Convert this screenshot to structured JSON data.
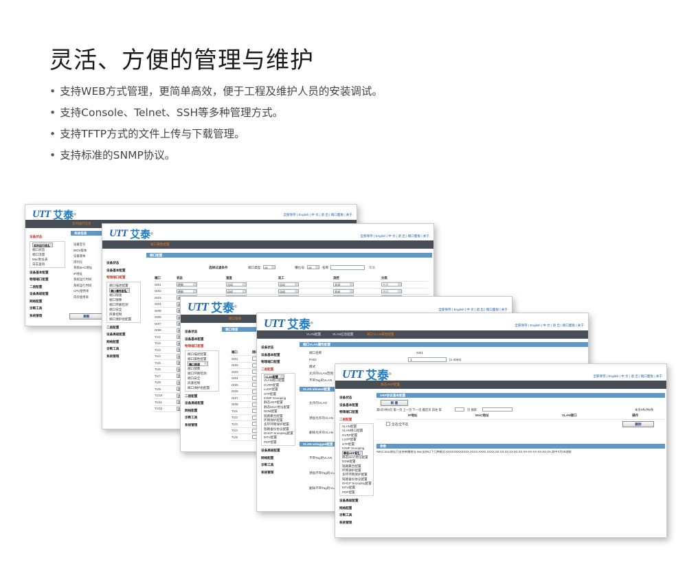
{
  "headline": "灵活、方便的管理与维护",
  "bullets": [
    "支持WEB方式管理，更简单高效，便于工程及维护人员的安装调试。",
    "支持Console、Telnet、SSH等多种管理方式。",
    "支持TFTP方式的文件上传与下载管理。",
    "支持标准的SNMP协议。"
  ],
  "logo": {
    "mark": "UTT",
    "brand": "艾泰"
  },
  "toplinks": "全部保存 | English | 中 文 | 退 出 | 端口面板 | 关于",
  "win1": {
    "tab": "实时运行信息",
    "subtab": "系统信息",
    "sidebar_head": "设备状态",
    "sidebar_sub": [
      "实时运行信息",
      "端口状态",
      "端口流量",
      "Mac地址表",
      "日志查询"
    ],
    "sidebar_groups": [
      "设备基本配置",
      "物理端口配置",
      "二层配置",
      "设备高级配置",
      "网络配置",
      "诊断工具",
      "系统管理"
    ],
    "info_rows": [
      "设备型号",
      "BIOS版本",
      "设备版本",
      "序列号",
      "系统MAC地址",
      "IP地址",
      "系统运行时间",
      "系统运行时间",
      "CPU使用率",
      "内存使用率"
    ],
    "refresh": "刷新"
  },
  "win2": {
    "tab": "端口属性配置",
    "section": "端口配置",
    "filter_label": "选择过滤条件",
    "port_type_label": "端口类型:",
    "slot_label": "槽位号:",
    "name_label": "名称:",
    "help": "帮助",
    "all": "All",
    "sidebar_groups_top": [
      "设备状态",
      "设备基本配置"
    ],
    "sidebar_head": "物理端口配置",
    "sidebar_sub": [
      "端口描述配置",
      "端口属性配置",
      "端口限速",
      "端口镜像",
      "端口环路检测",
      "端口安全",
      "风暴控制",
      "端口保护组配置"
    ],
    "sidebar_groups": [
      "二层配置",
      "设备高级配置",
      "网络配置",
      "诊断工具",
      "系统管理"
    ],
    "columns": [
      "端口",
      "状态",
      "速度",
      "双工",
      "流控",
      "分类"
    ],
    "ports": [
      "G0/1",
      "G0/2",
      "G0/3",
      "G0/4",
      "G0/5",
      "G0/6",
      "G0/7",
      "G0/8",
      "T1/1",
      "T1/2",
      "T1/3",
      "T1/4",
      "T1/5",
      "T1/6",
      "T1/7",
      "T1/8",
      "T1/9",
      "T1/10",
      "T1/11",
      "T1/12"
    ],
    "state_value": "使能",
    "speed_value": "自动",
    "duplex_value": "自动",
    "flow_value": "关闭",
    "class_value": "普通"
  },
  "win3": {
    "tab": "端口限速",
    "section": "端口限速",
    "sidebar_groups_top": [
      "设备状态",
      "设备基本配置"
    ],
    "sidebar_head": "物理端口配置",
    "sidebar_sub": [
      "端口描述配置",
      "端口属性配置",
      "端口限速",
      "端口镜像",
      "端口环路检测",
      "端口安全",
      "风暴控制",
      "端口保护组配置"
    ],
    "sidebar_groups": [
      "二层配置",
      "设备高级配置",
      "网络配置",
      "诊断工具",
      "系统管理"
    ],
    "columns": [
      "端口",
      "接收"
    ],
    "ports": [
      "G0/1",
      "G0/2",
      "G0/3",
      "G0/4",
      "G0/5",
      "G0/6",
      "G0/7",
      "G0/8",
      "T1/1",
      "T1/2",
      "T1/3",
      "T1/4",
      "T1/5"
    ]
  },
  "win4": {
    "tabs": [
      "VLAN配置",
      "VLAN信息配置",
      "端口VLAN属性配置"
    ],
    "section": "端口VLAN属性配置",
    "rows": [
      "端口名称",
      "PVID",
      "模式",
      "允许的VLAN范围",
      "不带Tag的VLAN"
    ],
    "port_value": "G0/1",
    "pvid_value": "1",
    "pvid_range": "(1-4094)",
    "sec_allowed": "VLAN allowed配置",
    "allowed_rows": [
      "允许的VLAN",
      "添加允许的VLAN",
      "删除允许的VLAN"
    ],
    "sec_untagged": "VLAN untagged配置",
    "untagged_rows": [
      "不带Tag的VLAN",
      "添加不带Tag的VLAN",
      "删除不带Tag的VLAN"
    ],
    "sidebar_groups_top": [
      "设备状态",
      "设备基本配置",
      "物理端口配置"
    ],
    "sidebar_head": "二层配置",
    "sidebar_sub": [
      "VLAN配置",
      "VLAN接口配置",
      "GVRP配置",
      "LLDP配置",
      "STP配置",
      "IGMP Snooping",
      "静态ARP配置",
      "静态MAC地址配置",
      "DDM配置",
      "链路聚合配置",
      "环网保护配置",
      "多环环网保护配置",
      "链路备份协议配置",
      "DHCP Snooping配置",
      "MTU配置",
      "PDP配置"
    ],
    "sidebar_groups": [
      "设备高级配置",
      "网络配置",
      "诊断工具",
      "系统管理"
    ]
  },
  "win5": {
    "tab": "静态ARP配置",
    "section": "ARP协议基本配置",
    "new_button": "新 建",
    "pager_left": "第0页/共0页  第一页  上一页  下一页  最后页  前往 第",
    "pager_go": "页  搜索",
    "pager_right": "本页0条/共0条",
    "columns": [
      "IP地址",
      "MAC地址",
      "VLAN接口",
      "操作"
    ],
    "select_all": "全选/全不选",
    "delete": "删除",
    "notice_title": "参数",
    "notice_text": "•MAC:mac地址只支持单播地址,mac支持以下几种格式:XXXXXXXXXXXX,XXXX.XXXX.XXXX,XX:XX:XX:XX:XX:XX,XX-XX-XX-XX-XX-XX,其中X为16进制",
    "sidebar_groups_top": [
      "设备状态",
      "设备基本配置",
      "物理端口配置"
    ],
    "sidebar_head": "二层配置",
    "sidebar_sub": [
      "VLAN配置",
      "VLAN接口配置",
      "GVRP配置",
      "LLDP配置",
      "STP配置",
      "IGMP Snooping",
      "静态ARP配置",
      "静态MAC地址配置",
      "DDM配置",
      "链路聚合配置",
      "环网保护配置",
      "多环环网保护配置",
      "链路备份协议配置",
      "DHCP Snooping配置",
      "MTU配置",
      "PDP配置"
    ],
    "sidebar_groups": [
      "设备高级配置",
      "网络配置",
      "诊断工具",
      "系统管理"
    ]
  }
}
